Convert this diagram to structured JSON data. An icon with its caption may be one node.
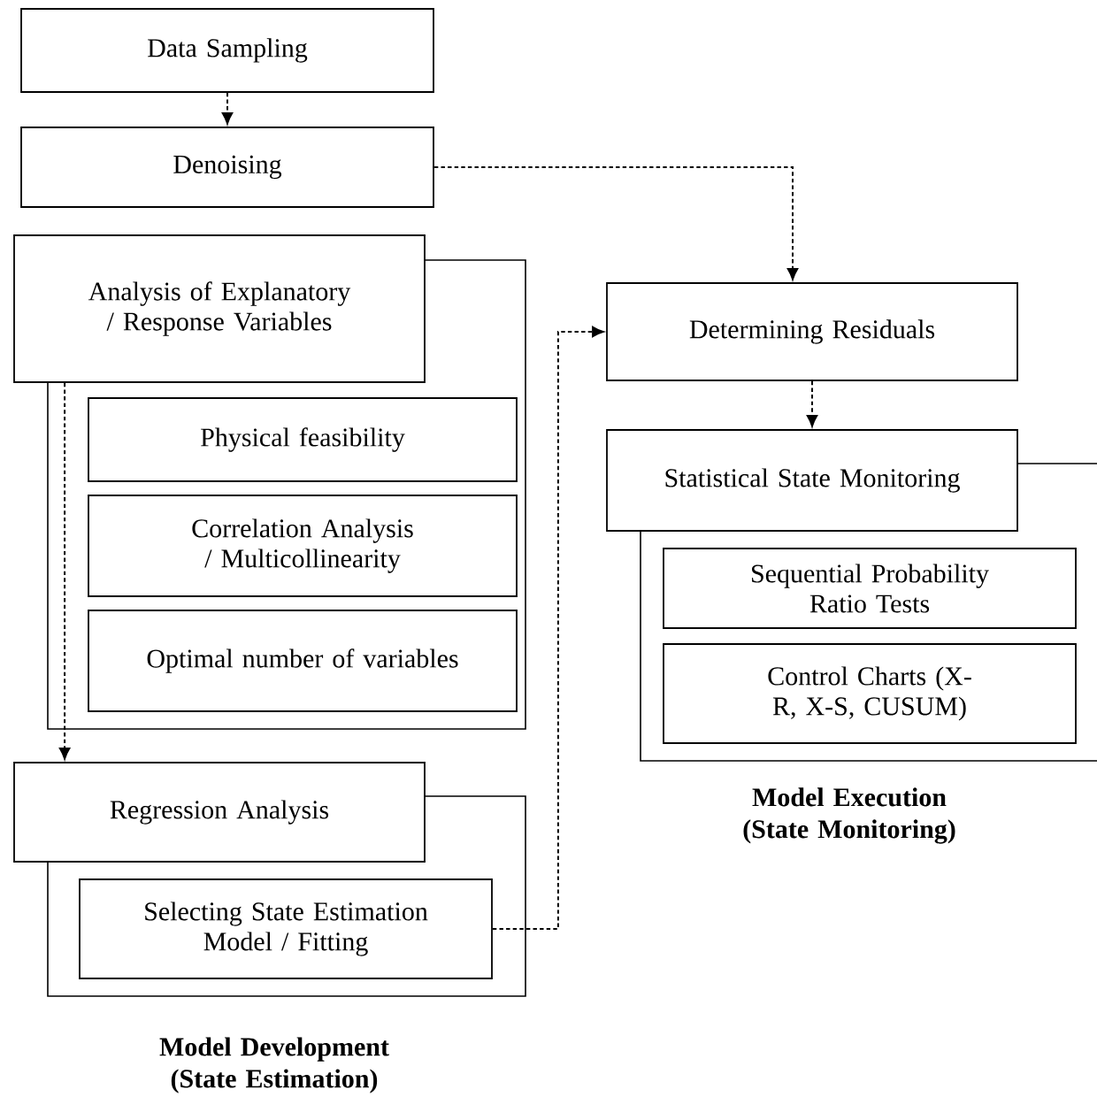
{
  "diagram": {
    "nodes": [
      {
        "text": [
          "Data Sampling"
        ]
      },
      {
        "text": [
          "Denoising"
        ]
      },
      {
        "text": [
          "Analysis of Explanatory / Response Variables"
        ]
      },
      {
        "text": [
          "Physical feasibility"
        ]
      },
      {
        "text": [
          "Correlation Analysis / Multicollinearity"
        ]
      },
      {
        "text": [
          "Optimal number of variables"
        ]
      },
      {
        "text": [
          "Regression Analysis"
        ]
      },
      {
        "text": [
          "Selecting State Estimation Model / Fitting"
        ]
      },
      {
        "text": [
          "Determining Residuals"
        ]
      },
      {
        "text": [
          "Statistical State Monitoring"
        ]
      },
      {
        "text": [
          "Sequential Probability Ratio Tests"
        ]
      },
      {
        "text": [
          "Control Charts (X-R, X-S, CUSUM)"
        ]
      }
    ],
    "edges": [
      {
        "from": 0,
        "to": 1,
        "arrow": "to",
        "style": "dashed"
      },
      {
        "from": 1,
        "to": 8,
        "arrow": "to",
        "style": "dashed"
      },
      {
        "from": 2,
        "to": 6,
        "arrow": "to",
        "style": "dashed"
      },
      {
        "from": 7,
        "to": 8,
        "arrow": "to",
        "style": "dashed"
      },
      {
        "from": 8,
        "to": 9,
        "arrow": "to",
        "style": "dashed"
      }
    ],
    "labels": [
      "Model Development (State Estimation)",
      "Model Execution (State Monitoring)"
    ]
  }
}
